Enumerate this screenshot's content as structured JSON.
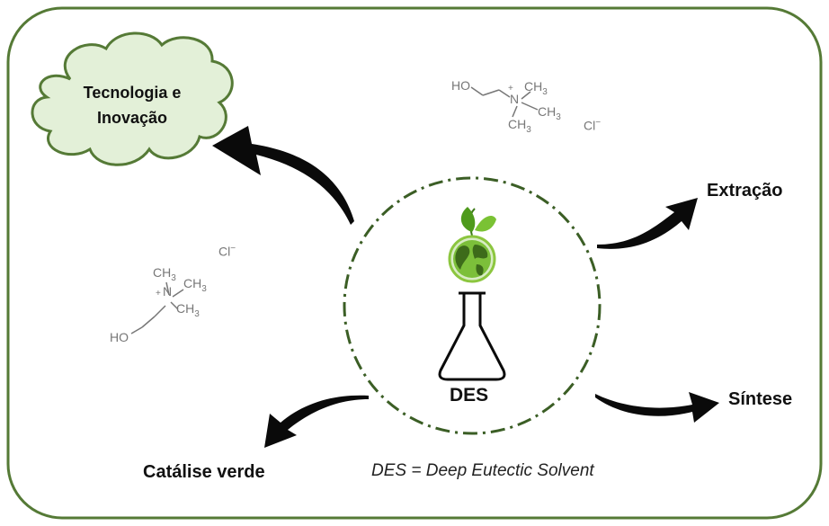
{
  "cloud": {
    "line1": "Tecnologia e",
    "line2": "Inovação"
  },
  "labels": {
    "extraction": "Extração",
    "synthesis": "Síntese",
    "green_catalysis": "Catálise verde",
    "des": "DES",
    "definition": "DES = Deep Eutectic Solvent"
  },
  "molecule": {
    "ho": "HO",
    "n": "N",
    "plus": "+",
    "ch": "CH",
    "sub3": "3",
    "cl": "Cl",
    "minus": "−"
  },
  "colors": {
    "frame": "#557a36",
    "cloud_fill": "#e3f0d8",
    "dashed_circle": "#3b5e25",
    "leaf": "#5aa61f",
    "globe": "#7cbf3a",
    "text": "#111111",
    "chemical": "#777777"
  },
  "icons": [
    "flask-icon",
    "globe-icon",
    "leaves-icon",
    "cloud-shape",
    "arrow-icon"
  ]
}
